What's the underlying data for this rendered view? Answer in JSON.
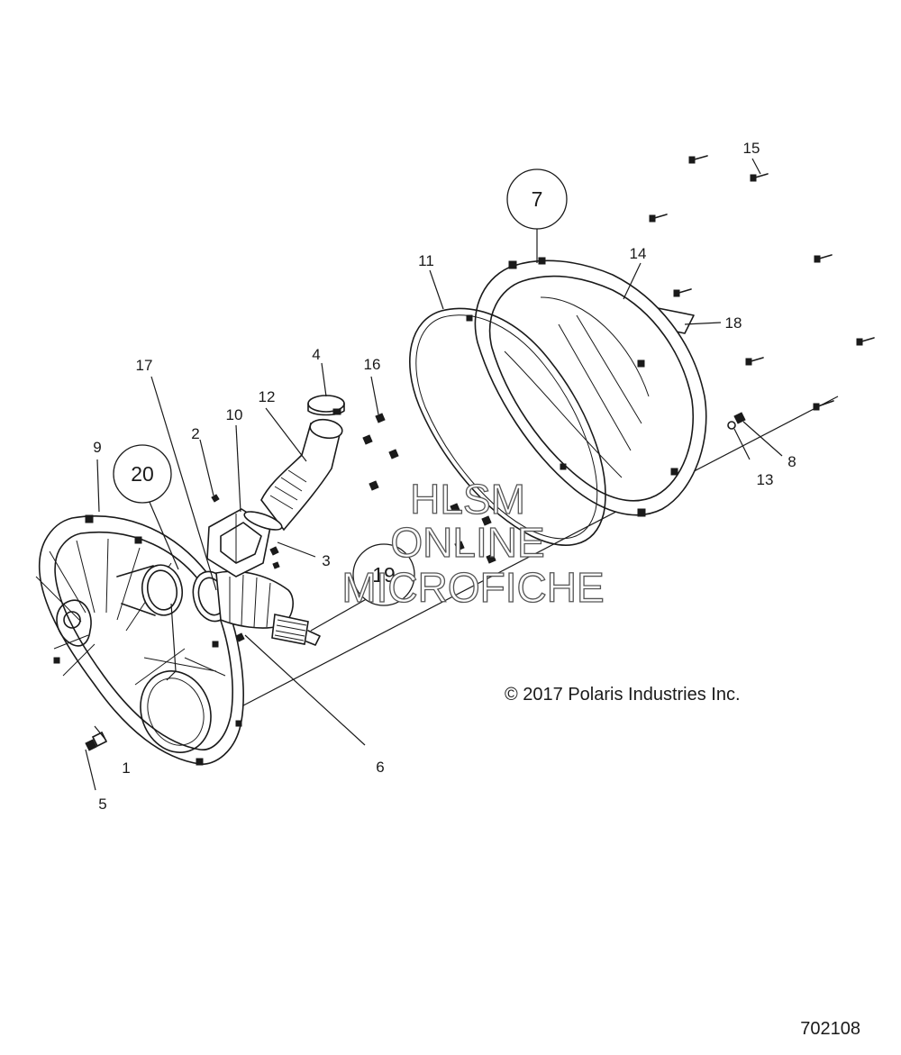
{
  "diagram": {
    "callouts": {
      "c1": "1",
      "c2": "2",
      "c3": "3",
      "c4": "4",
      "c5": "5",
      "c6": "6",
      "c7": "7",
      "c8": "8",
      "c9": "9",
      "c10": "10",
      "c11": "11",
      "c12": "12",
      "c13": "13",
      "c14": "14",
      "c15": "15",
      "c16": "16",
      "c17": "17",
      "c18": "18",
      "c19": "19",
      "c20": "20"
    },
    "watermark": {
      "line1": "HLSM",
      "line2": "ONLINE",
      "line3": "MICROFICHE"
    },
    "copyright": "© 2017 Polaris Industries Inc.",
    "drawing_number": "702108"
  }
}
